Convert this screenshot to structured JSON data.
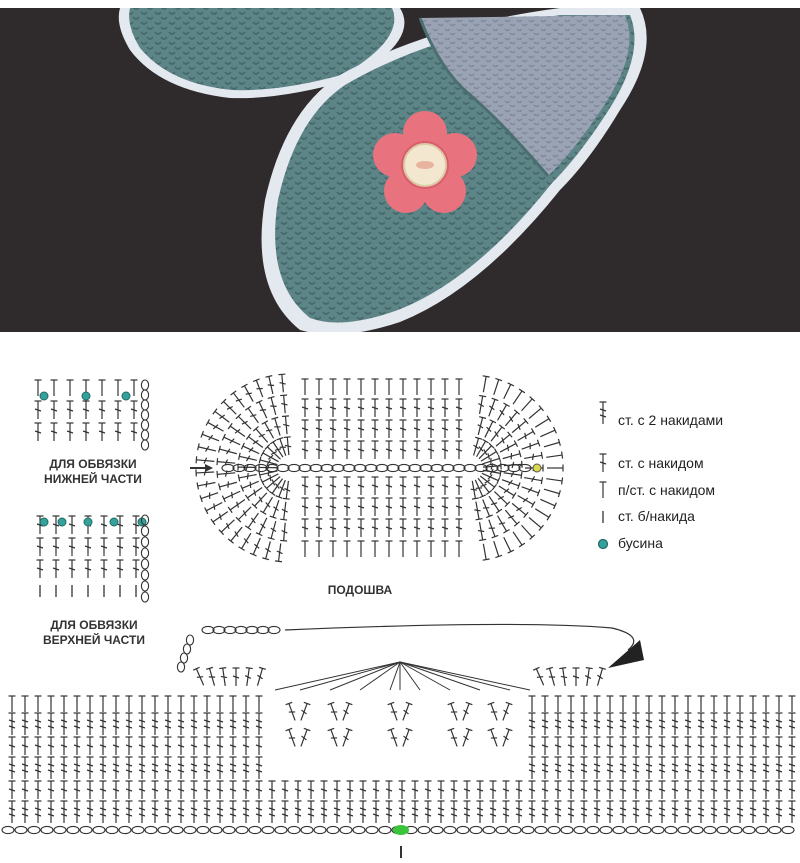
{
  "labels": {
    "bottom_edging_line1": "ДЛЯ ОБВЯЗКИ",
    "bottom_edging_line2": "НИЖНЕЙ ЧАСТИ",
    "top_edging_line1": "ДЛЯ ОБВЯЗКИ",
    "top_edging_line2": "ВЕРХНЕЙ ЧАСТИ",
    "sole": "ПОДОШВА"
  },
  "legend": {
    "items": [
      {
        "symbol": "double-crochet-2-icon",
        "text": "ст. с 2 накидами"
      },
      {
        "symbol": "double-crochet-icon",
        "text": "ст. с накидом"
      },
      {
        "symbol": "half-double-crochet-icon",
        "text": "п/ст. с накидом"
      },
      {
        "symbol": "single-crochet-icon",
        "text": "ст. б/накида"
      },
      {
        "symbol": "bead-icon",
        "text": "бусина"
      }
    ]
  },
  "colors": {
    "background_photo": "#2f2a2c",
    "slipper_wool": "#5d8587",
    "slipper_sole": "#9aa3b4",
    "flower": "#e8737e",
    "button": "#f3e7cf",
    "bead": "#36a19a",
    "start_marker": "#39c43a",
    "ink": "#333333"
  }
}
